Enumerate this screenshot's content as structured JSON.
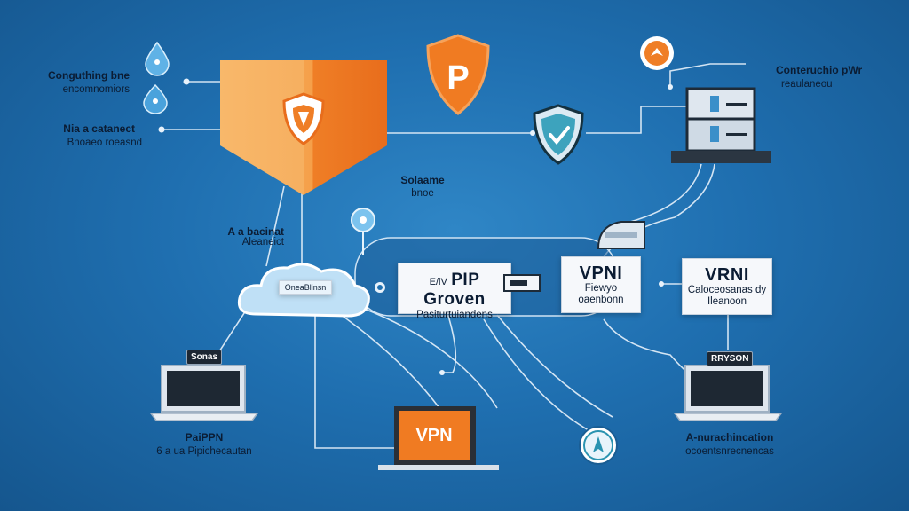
{
  "diagram": {
    "labels": {
      "top_left_1": "Conguthing bne",
      "top_left_2": "encomnomiors",
      "mid_left_1": "Nia a catanect",
      "mid_left_2": "Bnoaeo roeasnd",
      "top_right_1": "Conteruchio pWr",
      "top_right_2": "reaulaneou",
      "center_1": "Solaame",
      "center_2": "bnoe",
      "cloud_side_1": "A a bacinat",
      "cloud_side_2": "Aleaneict",
      "cloud_inner": "OneaBlinsn",
      "laptop_left_chip": "Sonas",
      "laptop_left_1": "PaiPPN",
      "laptop_left_2": "6 a ua Pipichecautan",
      "laptop_right_chip": "RRYSON",
      "laptop_right_1": "A-nurachincation",
      "laptop_right_2": "ocoentsnrecnencas",
      "shield_letter": "P"
    },
    "boxes": {
      "center_title": "PIP Groven",
      "center_prefix": "E/iV",
      "center_sub": "Pasiturtuiandens",
      "vpn1_title": "VPNI",
      "vpn1_line1": "Fiewyo",
      "vpn1_line2": "oaenbonn",
      "vpn2_title": "VRNI",
      "vpn2_line1": "Caloceosanas dy",
      "vpn2_line2": "Ileanoon"
    },
    "vpn_laptop_label": "VPN"
  }
}
